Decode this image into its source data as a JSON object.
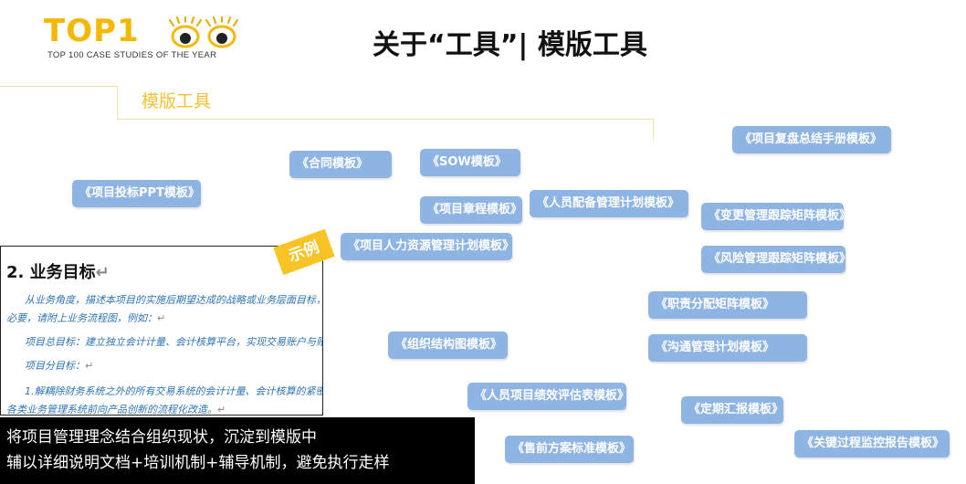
{
  "logo": {
    "word": "TOP1",
    "subtitle": "TOP 100 CASE STUDIES OF THE YEAR",
    "colors": {
      "brand": "#f5b800",
      "eye_ring": "#e9a800",
      "iris": "#222222"
    }
  },
  "title": "关于“工具”| 模版工具",
  "section_title": "模版工具",
  "templates": [
    {
      "label": "《项目复盘总结手册模板》"
    },
    {
      "label": "《合同模板》"
    },
    {
      "label": "《SOW模板》"
    },
    {
      "label": "《项目投标PPT模板》"
    },
    {
      "label": "《项目章程模板》"
    },
    {
      "label": "《人员配备管理计划模板》"
    },
    {
      "label": "《变更管理跟踪矩阵模板》"
    },
    {
      "label": "《项目人力资源管理计划模板》"
    },
    {
      "label": "《风险管理跟踪矩阵模板》"
    },
    {
      "label": "《职责分配矩阵模板》"
    },
    {
      "label": "《组织结构图模板》"
    },
    {
      "label": "《沟通管理计划模板》"
    },
    {
      "label": "《人员项目绩效评估表模板》"
    },
    {
      "label": "《定期汇报模板》"
    },
    {
      "label": "《关键过程监控报告模板》"
    },
    {
      "label": "《售前方案标准模板》"
    }
  ],
  "sample_doc": {
    "heading": "2. 业务目标",
    "lines": [
      "从业务角度，描述本项目的实施后期望达成的战略或业务层面目标，",
      "必要，请附上业务流程图，例如：",
      "项目总目标：建立独立会计计量、会计核算平台，实现交易账户与账",
      "项目分目标：",
      "1.解耦除财务系统之外的所有交易系统的会计计量、会计核算的紧密",
      "各类业务管理系统前向产品创新的流程化改造。"
    ],
    "mark": "↵"
  },
  "sample_badge": "示例",
  "caption": {
    "line1": "将项目管理理念结合组织现状，沉淀到模版中",
    "line2": "辅以详细说明文档+培训机制+辅导机制，避免执行走样"
  },
  "colors": {
    "tag_bg": "#8eb4e3",
    "tag_text": "#ffffff",
    "section_title": "#f1c232",
    "badge": "#f7c325",
    "doc_text": "#2e74b5"
  }
}
